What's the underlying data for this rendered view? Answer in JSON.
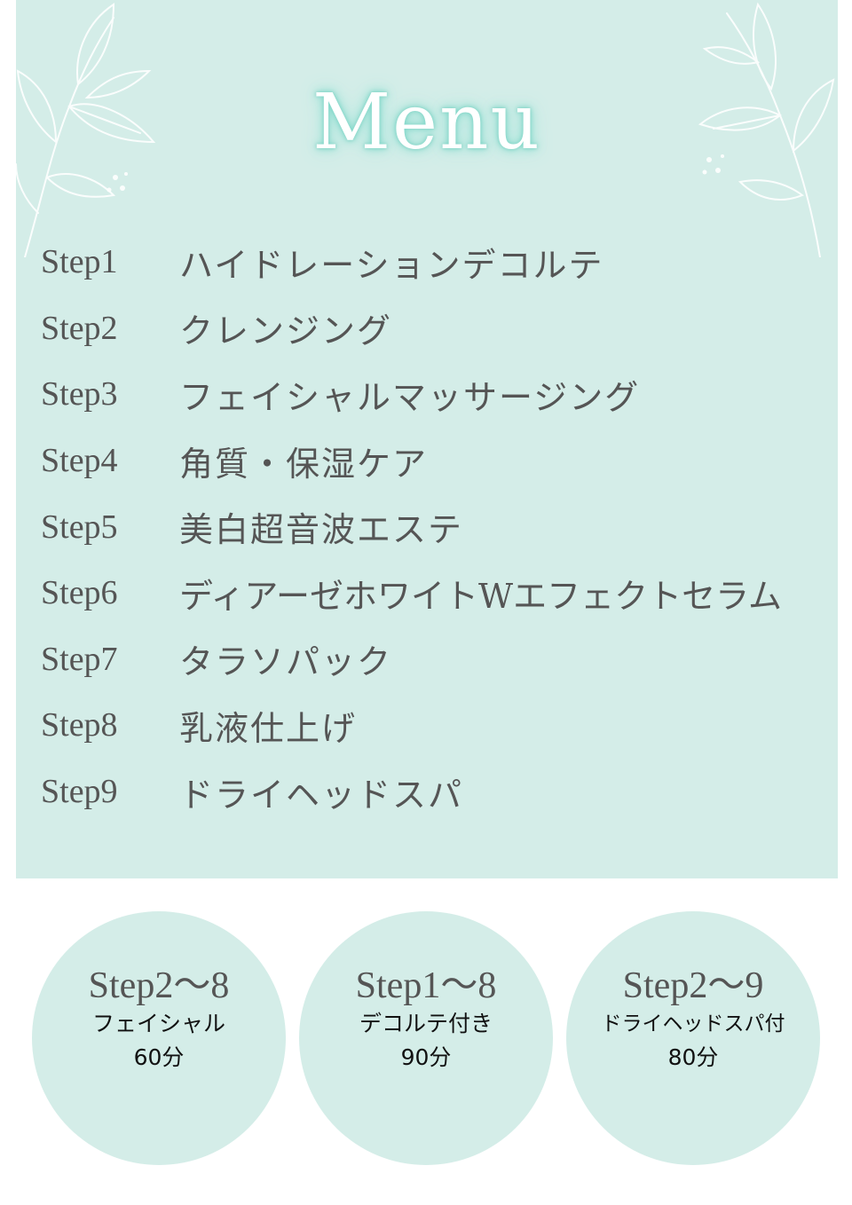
{
  "title": "Menu",
  "steps": [
    {
      "num": "Step1",
      "name": "ハイドレーションデコルテ"
    },
    {
      "num": "Step2",
      "name": "クレンジング"
    },
    {
      "num": "Step3",
      "name": "フェイシャルマッサージング"
    },
    {
      "num": "Step4",
      "name": "角質・保湿ケア"
    },
    {
      "num": "Step5",
      "name": "美白超音波エステ"
    },
    {
      "num": "Step6",
      "name": "ディアーゼホワイトWエフェクトセラム"
    },
    {
      "num": "Step7",
      "name": "タラソパック"
    },
    {
      "num": "Step8",
      "name": "乳液仕上げ"
    },
    {
      "num": "Step9",
      "name": "ドライヘッドスパ"
    }
  ],
  "courses": [
    {
      "range": "Step2〜8",
      "name": "フェイシャル",
      "duration": "60分"
    },
    {
      "range": "Step1〜8",
      "name": "デコルテ付き",
      "duration": "90分"
    },
    {
      "range": "Step2〜9",
      "name": "ドライヘッドスパ付",
      "duration": "80分"
    }
  ],
  "colors": {
    "panel": "#d4ede8",
    "step_text": "#555555",
    "title_glow": "#7fd8c9"
  }
}
